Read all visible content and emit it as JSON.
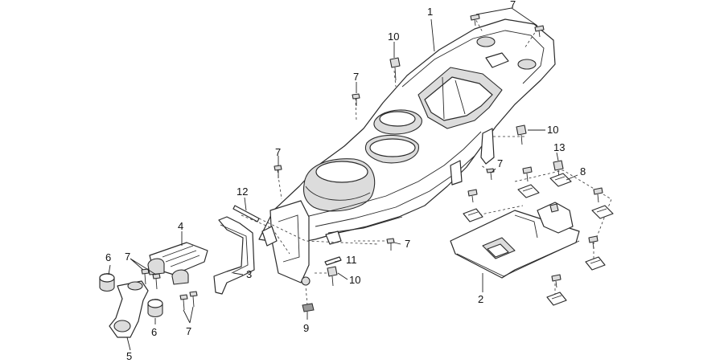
{
  "callouts": [
    {
      "id": "c1",
      "label": "1"
    },
    {
      "id": "c7a",
      "label": "7"
    },
    {
      "id": "c10a",
      "label": "10"
    },
    {
      "id": "c7b",
      "label": "7"
    },
    {
      "id": "c10b",
      "label": "10"
    },
    {
      "id": "c13",
      "label": "13"
    },
    {
      "id": "c8",
      "label": "8"
    },
    {
      "id": "c7c",
      "label": "7"
    },
    {
      "id": "c7d",
      "label": "7"
    },
    {
      "id": "c12",
      "label": "12"
    },
    {
      "id": "c4",
      "label": "4"
    },
    {
      "id": "c7e",
      "label": "7"
    },
    {
      "id": "c6a",
      "label": "6"
    },
    {
      "id": "c7f",
      "label": "7"
    },
    {
      "id": "c11",
      "label": "11"
    },
    {
      "id": "c3",
      "label": "3"
    },
    {
      "id": "c10c",
      "label": "10"
    },
    {
      "id": "c2",
      "label": "2"
    },
    {
      "id": "c9",
      "label": "9"
    },
    {
      "id": "c6b",
      "label": "6"
    },
    {
      "id": "c7g",
      "label": "7"
    },
    {
      "id": "c5",
      "label": "5"
    }
  ]
}
